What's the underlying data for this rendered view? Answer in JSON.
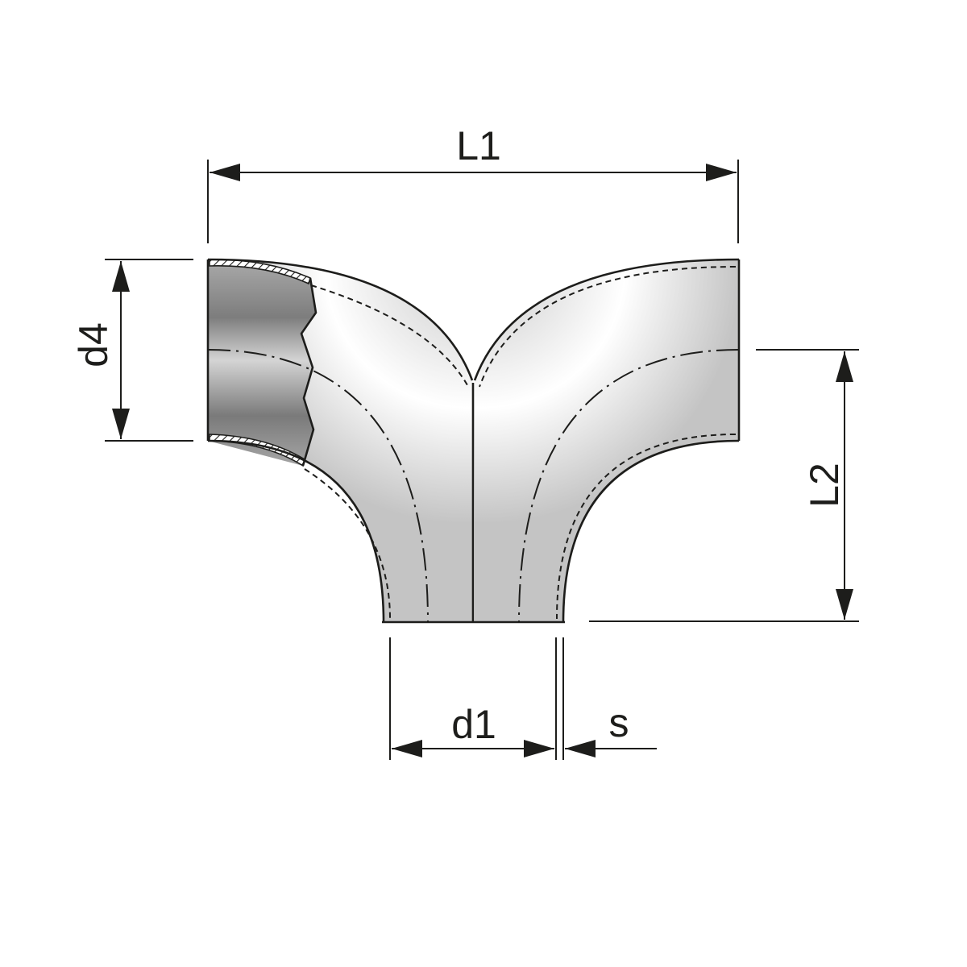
{
  "dimensions": {
    "L1": "L1",
    "L2": "L2",
    "d4": "d4",
    "d1": "d1",
    "s": "s"
  },
  "colors": {
    "line": "#1d1d1b",
    "pipe_light": "#f6f6f6",
    "pipe_mid": "#d2d2d2",
    "pipe_inner_dark": "#8a8a8a",
    "pipe_inner_light": "#c8c8c8"
  }
}
